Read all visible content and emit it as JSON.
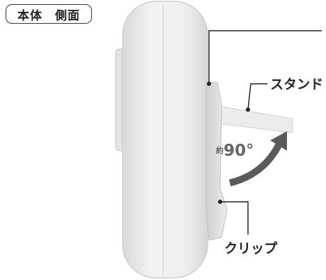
{
  "title": "本体　側面",
  "labels": {
    "stand": "スタンド",
    "clip": "クリップ",
    "angle_prefix": "約",
    "angle_value": "90°"
  },
  "colors": {
    "body": "#ececec",
    "arrow": "#555555",
    "leader": "#222222"
  }
}
